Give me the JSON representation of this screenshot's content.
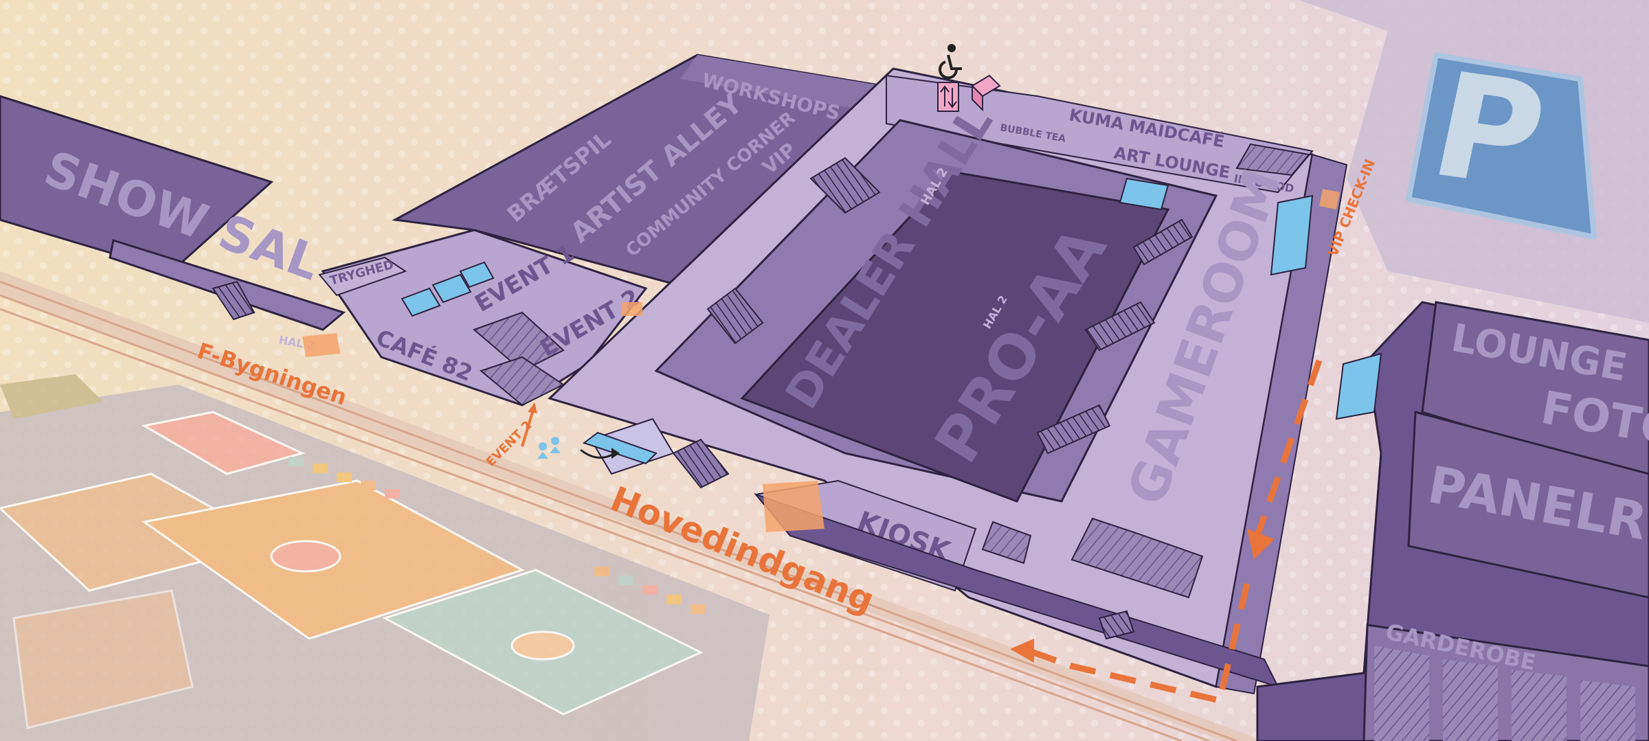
{
  "map": {
    "buildings": {
      "show_sal": "SHOW SAL",
      "workshops": "WORKSHOPS",
      "braetspil": "BRÆTSPIL",
      "artist_alley": "ARTIST ALLEY",
      "community_corner": "COMMUNITY CORNER",
      "vip": "VIP",
      "dealer_hall": "DEALER HALL",
      "pro_aa": "PRO-AA",
      "gameroom": "GAMEROOM",
      "kuma_maidcafe": "KUMA MAIDCAFÉ",
      "art_lounge": "ART LOUNGE",
      "bubble_tea": "BUBBLE TEA",
      "info_bod": "INFO BOD",
      "trygheds": "TRYGHED",
      "cafe_82": "CAFÉ 82",
      "event_1": "EVENT 1",
      "event_2": "EVENT 2",
      "kiosk": "KIOSK",
      "lounge": "LOUNGE",
      "foto": "FOTO",
      "panelrum": "PANELRUM",
      "garderobe": "GARDEROBE",
      "hal2_a": "HAL 2",
      "hal2_b": "HAL 2",
      "hal2_c": "HAL 2"
    },
    "entrances": {
      "f_bygningen": "F-Bygningen",
      "hovedindgang": "Hovedindgang",
      "event2_sign": "EVENT 2",
      "vip_checkin": "VIP CHECK-IN"
    },
    "parking_label": "P",
    "icons": [
      "wheelchair-icon",
      "elevator-icon",
      "toilet-icon",
      "parking-icon",
      "direction-arrow-icon"
    ],
    "colors": {
      "ground": "#f3e3c8",
      "building_dark": "#6d5690",
      "building_mid": "#8f7bb0",
      "building_light": "#c4b2d6",
      "label_text": "#a896c4",
      "accent_orange": "#e8743b",
      "toilet_blue": "#7cc4ea",
      "parking_blue": "#5b8fc4",
      "elevator_pink": "#f2a6c6",
      "court_orange": "#f0b57a",
      "court_teal": "#b5cfc9"
    }
  }
}
